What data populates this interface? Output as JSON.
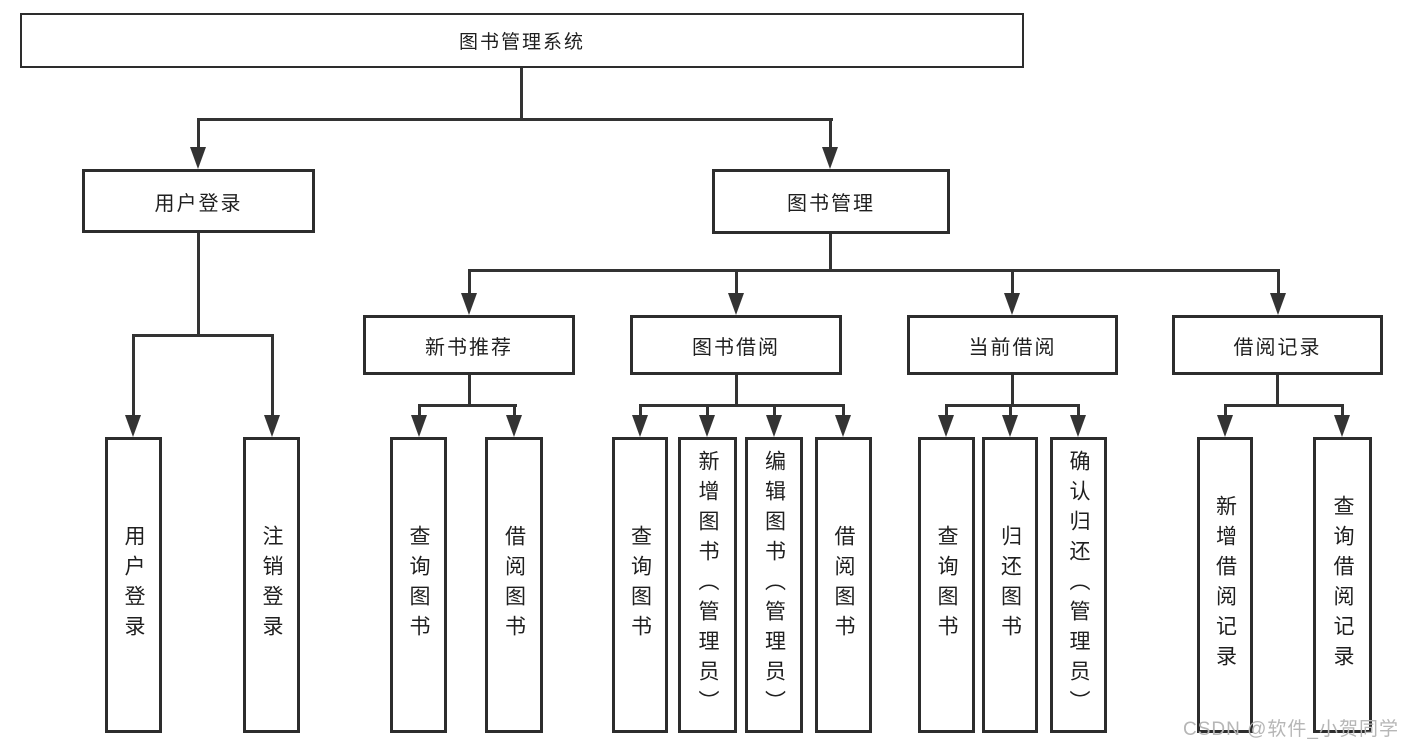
{
  "diagram": {
    "root": {
      "label": "图书管理系统"
    },
    "level2": [
      {
        "label": "用户登录"
      },
      {
        "label": "图书管理"
      }
    ],
    "level3": [
      {
        "label": "新书推荐"
      },
      {
        "label": "图书借阅"
      },
      {
        "label": "当前借阅"
      },
      {
        "label": "借阅记录"
      }
    ],
    "leaves": [
      {
        "label": "用户登录"
      },
      {
        "label": "注销登录"
      },
      {
        "label": "查询图书"
      },
      {
        "label": "借阅图书"
      },
      {
        "label": "查询图书"
      },
      {
        "label": "新增图书（管理员）"
      },
      {
        "label": "编辑图书（管理员）"
      },
      {
        "label": "借阅图书"
      },
      {
        "label": "查询图书"
      },
      {
        "label": "归还图书"
      },
      {
        "label": "确认归还（管理员）"
      },
      {
        "label": "新增借阅记录"
      },
      {
        "label": "查询借阅记录"
      }
    ],
    "tree": {
      "图书管理系统": {
        "用户登录": [
          "用户登录",
          "注销登录"
        ],
        "图书管理": {
          "新书推荐": [
            "查询图书",
            "借阅图书"
          ],
          "图书借阅": [
            "查询图书",
            "新增图书（管理员）",
            "编辑图书（管理员）",
            "借阅图书"
          ],
          "当前借阅": [
            "查询图书",
            "归还图书",
            "确认归还（管理员）"
          ],
          "借阅记录": [
            "新增借阅记录",
            "查询借阅记录"
          ]
        }
      }
    }
  },
  "watermark": "CSDN @软件_小贺同学",
  "colors": {
    "line": "#333333",
    "box_border": "#2d2d2d",
    "text": "#1f1f1f",
    "watermark": "#b6b6b6",
    "background": "#ffffff"
  }
}
